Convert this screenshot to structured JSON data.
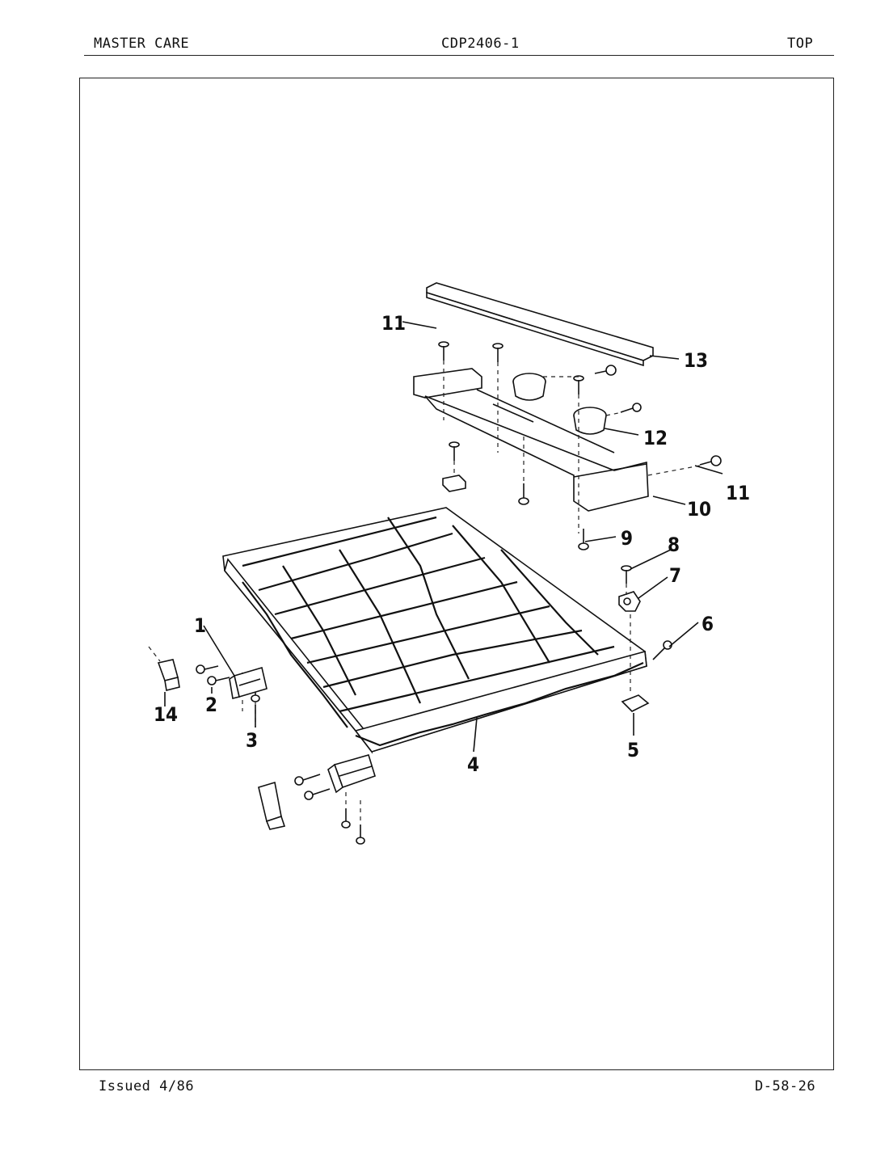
{
  "header": {
    "brand": "MASTER CARE",
    "model": "CDP2406-1",
    "section": "TOP"
  },
  "footer": {
    "issued": "Issued 4/86",
    "page_code": "D-58-26"
  },
  "callouts": [
    "1",
    "2",
    "3",
    "4",
    "5",
    "6",
    "7",
    "8",
    "9",
    "10",
    "11",
    "11",
    "12",
    "13",
    "14"
  ]
}
